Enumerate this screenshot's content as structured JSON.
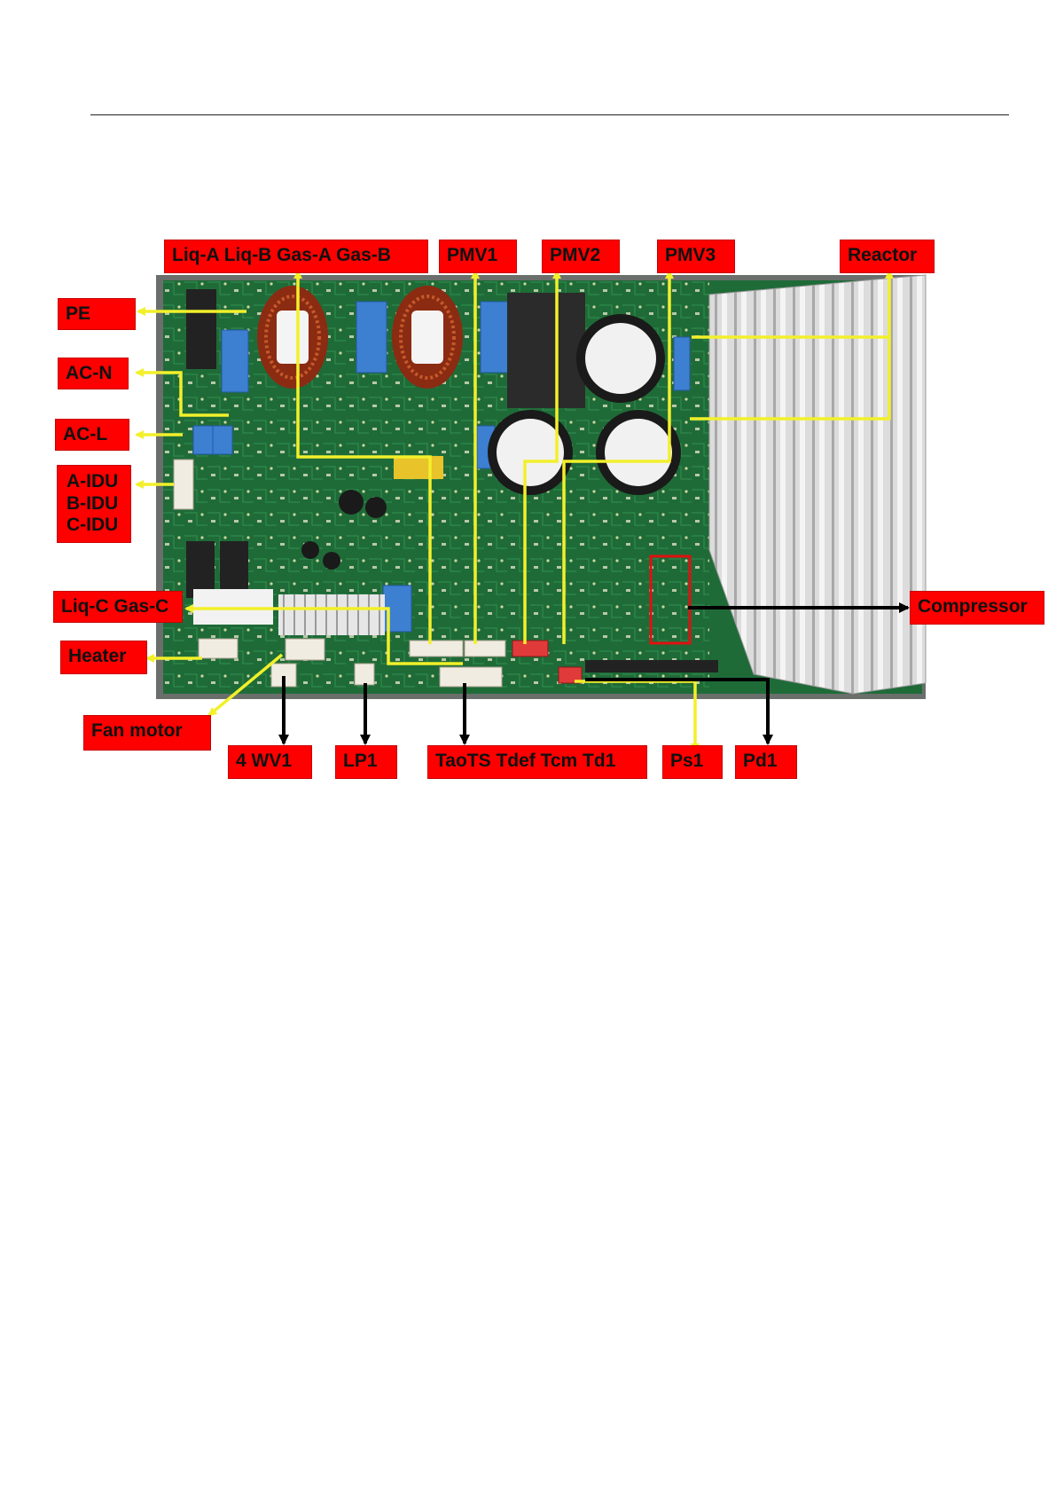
{
  "labels": {
    "liq_gas_ab": "Liq-A Liq-B Gas-A Gas-B",
    "pmv1": "PMV1",
    "pmv2": "PMV2",
    "pmv3": "PMV3",
    "reactor": "Reactor",
    "pe": "PE",
    "ac_n": "AC-N",
    "ac_l": "AC-L",
    "idu": [
      "A-IDU",
      "B-IDU",
      "C-IDU"
    ],
    "liq_gas_c": "Liq-C Gas-C",
    "heater": "Heater",
    "fan_motor": "Fan motor",
    "compressor": "Compressor",
    "wv1": "4 WV1",
    "lp1": "LP1",
    "sensors": "TaoTS Tdef Tcm Td1",
    "ps1": "Ps1",
    "pd1": "Pd1"
  },
  "colors": {
    "label_bg": "#ff0000",
    "pcb": "#1f6b38",
    "heatsink": "#d8d8d8",
    "callout_yellow": "#f2f02a",
    "callout_black": "#000000"
  }
}
